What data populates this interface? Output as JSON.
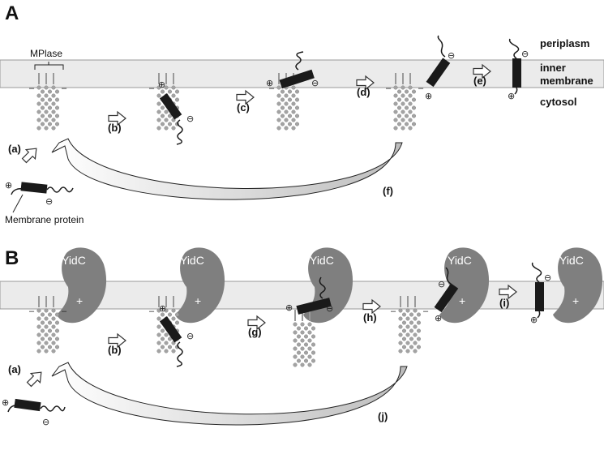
{
  "panel_a": {
    "label": "A",
    "mplase_label": "MPlase",
    "membrane_protein_label": "Membrane protein",
    "steps": [
      "(a)",
      "(b)",
      "(c)",
      "(d)",
      "(e)",
      "(f)"
    ],
    "membrane_labels": [
      "periplasm",
      "inner",
      "membrane",
      "cytosol"
    ]
  },
  "panel_b": {
    "label": "B",
    "yidc_label": "YidC",
    "yidc_charge": "+",
    "steps": [
      "(a)",
      "(b)",
      "(g)",
      "(h)",
      "(i)",
      "(j)"
    ]
  },
  "symbols": {
    "plus": "⊕",
    "minus": "⊖",
    "dash": "–"
  },
  "colors": {
    "membrane_fill": "#ebebeb",
    "membrane_stroke": "#9a9a9a",
    "protein": "#1a1a1a",
    "yidc": "#7f7f7f",
    "lipid_bead": "#9a9a9a"
  }
}
